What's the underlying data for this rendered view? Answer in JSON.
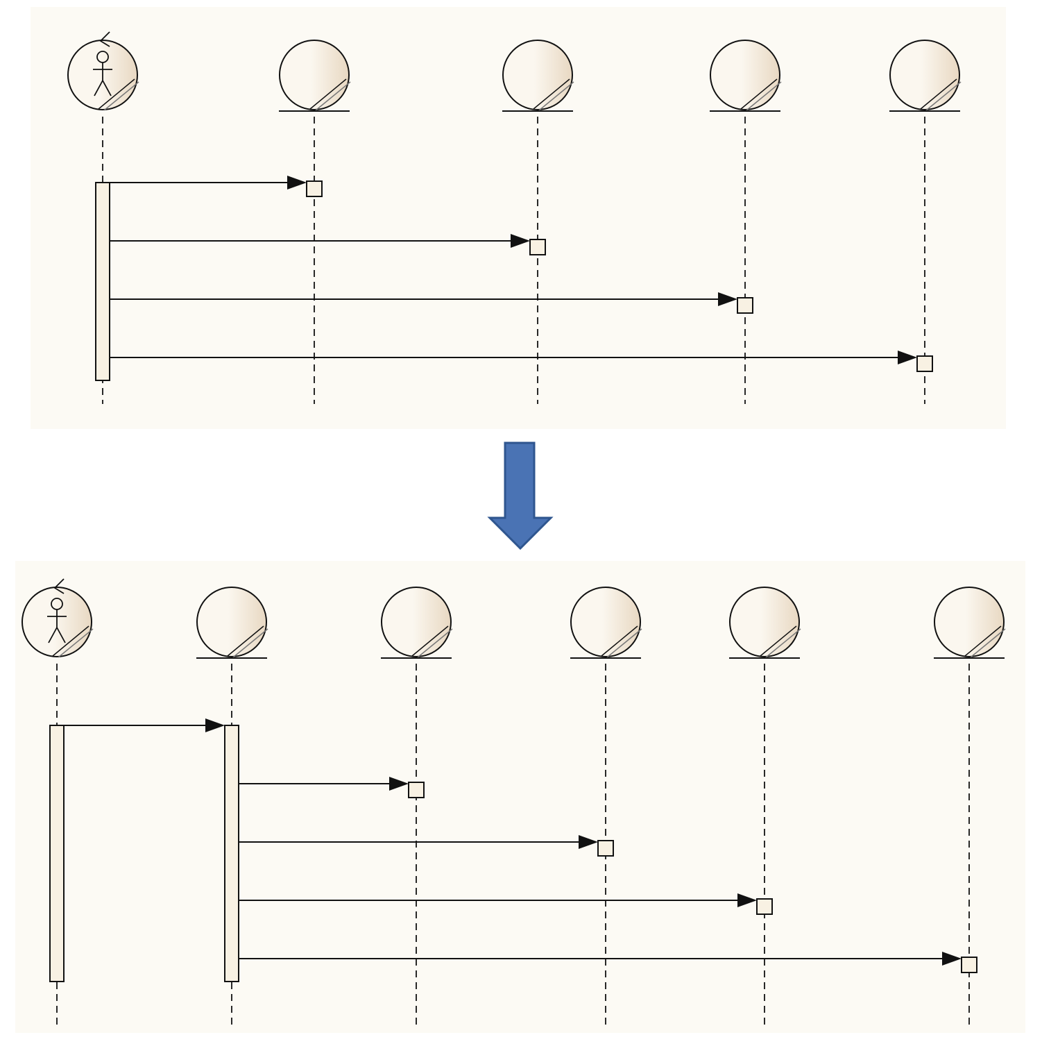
{
  "colors": {
    "background": "#ffffff",
    "panel_background": "#fcfaf4",
    "lifeline_fill_light": "#fbf7ef",
    "lifeline_fill_dark": "#e8d8c2",
    "activation_fill": "#f8f1e3",
    "line": "#111111",
    "transform_arrow": "#4a73b4",
    "transform_arrow_stroke": "#2f568f"
  },
  "icons": {
    "actor": "actor-stick-figure-icon",
    "lifeline_object": "entity-circle-icon",
    "transform": "arrow-down-icon"
  },
  "diagrams": {
    "before": {
      "lifeline_count": 5,
      "message_count": 4,
      "lifelines": [
        "actor",
        "entity",
        "entity",
        "entity",
        "entity"
      ],
      "messages": [
        {
          "from": 0,
          "to": 1
        },
        {
          "from": 0,
          "to": 2
        },
        {
          "from": 0,
          "to": 3
        },
        {
          "from": 0,
          "to": 4
        }
      ]
    },
    "after": {
      "lifeline_count": 6,
      "message_count": 5,
      "lifelines": [
        "actor",
        "entity",
        "entity",
        "entity",
        "entity",
        "entity"
      ],
      "messages": [
        {
          "from": 0,
          "to": 1
        },
        {
          "from": 1,
          "to": 2
        },
        {
          "from": 1,
          "to": 3
        },
        {
          "from": 1,
          "to": 4
        },
        {
          "from": 1,
          "to": 5
        }
      ]
    }
  }
}
